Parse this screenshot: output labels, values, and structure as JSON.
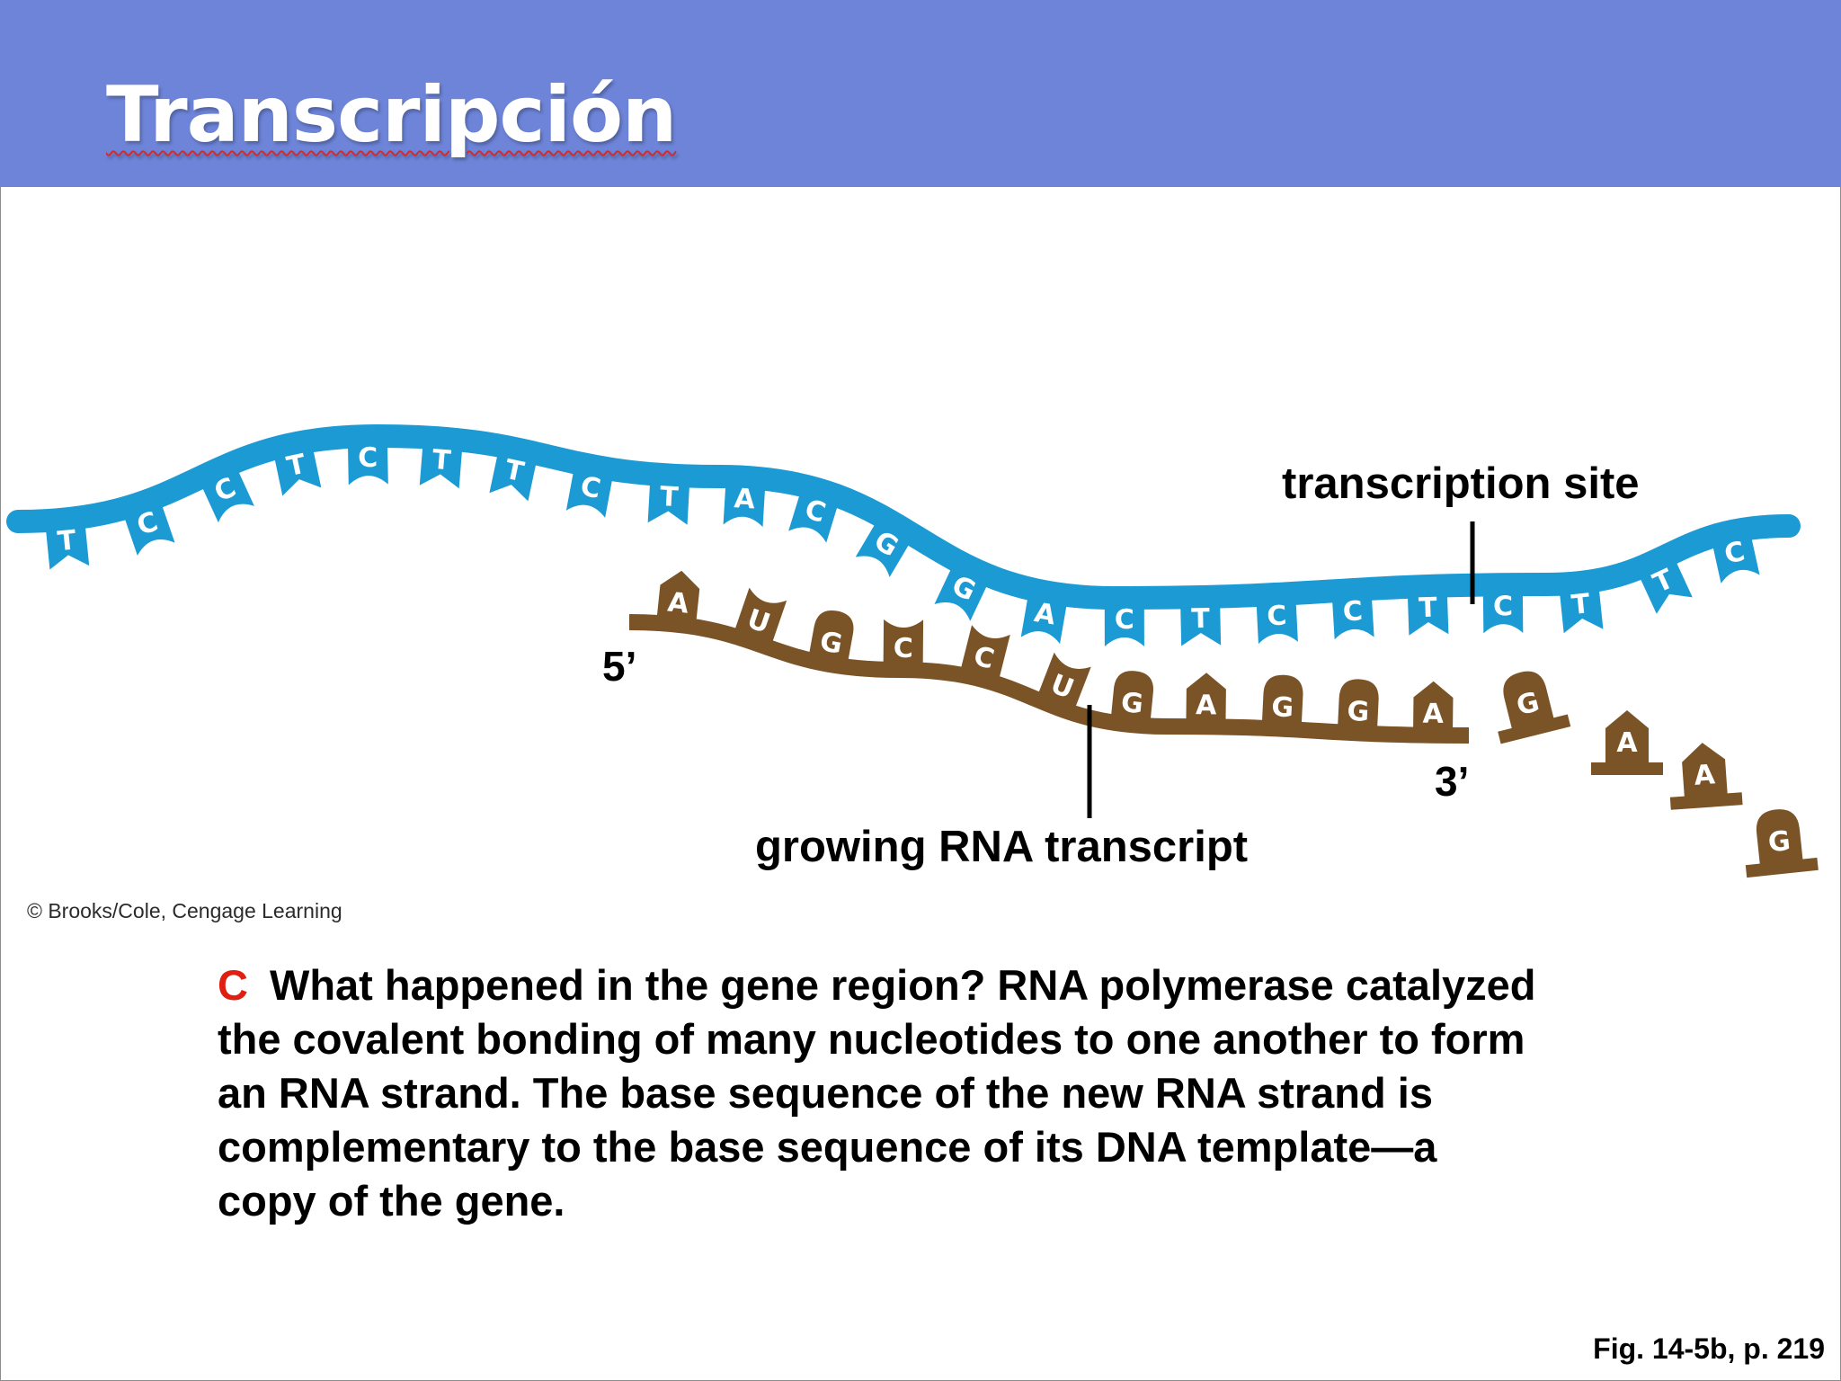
{
  "slide": {
    "title": "Transcripción",
    "copyright": "© Brooks/Cole, Cengage Learning",
    "figure_ref": "Fig. 14-5b, p. 219"
  },
  "diagram": {
    "dna_bases": [
      "T",
      "C",
      "C",
      "T",
      "C",
      "T",
      "T",
      "C",
      "T",
      "A",
      "C",
      "G",
      "G",
      "A",
      "C",
      "T",
      "C",
      "C",
      "T",
      "C",
      "T",
      "T",
      "C"
    ],
    "rna_bases_attached": [
      "A",
      "U",
      "G",
      "C",
      "C",
      "U",
      "G",
      "A",
      "G",
      "G",
      "A"
    ],
    "rna_bases_free": [
      "G",
      "A",
      "A",
      "G"
    ],
    "labels": {
      "transcription_site": "transcription site",
      "growing_rna": "growing RNA transcript",
      "five_prime": "5’",
      "three_prime": "3’"
    },
    "colors": {
      "dna": "#1b9ad4",
      "rna": "#7a5326",
      "header": "#6d84d8",
      "caption_letter": "#e01e12"
    }
  },
  "caption": {
    "letter": "C",
    "text": "What happened in the gene region? RNA polymerase catalyzed the covalent bonding of many nucleotides to one another to form an RNA strand. The base sequence of the new RNA strand is complementary to the base sequence of its DNA template—a copy of the gene."
  }
}
